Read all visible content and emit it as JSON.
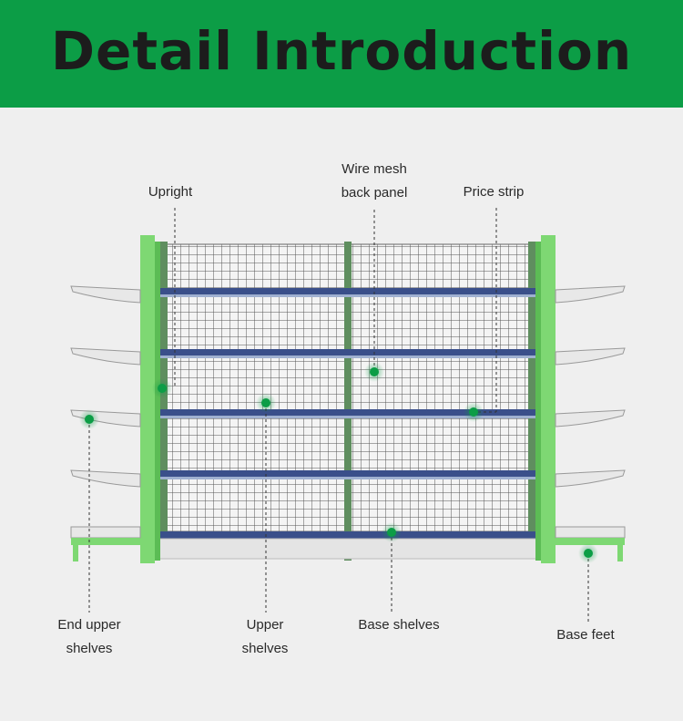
{
  "header": {
    "title": "Detail Introduction",
    "background_color": "#0c9d46"
  },
  "diagram": {
    "accent_color": "#0c9d46",
    "frame_color": "#7ed873",
    "shelf_color": "#3a4f8a",
    "labels": {
      "upright": "Upright",
      "wire_mesh_line1": "Wire mesh",
      "wire_mesh_line2": "back panel",
      "price_strip": "Price strip",
      "end_upper_line1": "End upper",
      "end_upper_line2": "shelves",
      "upper_line1": "Upper",
      "upper_line2": "shelves",
      "base_shelves": "Base shelves",
      "base_feet": "Base feet"
    }
  }
}
